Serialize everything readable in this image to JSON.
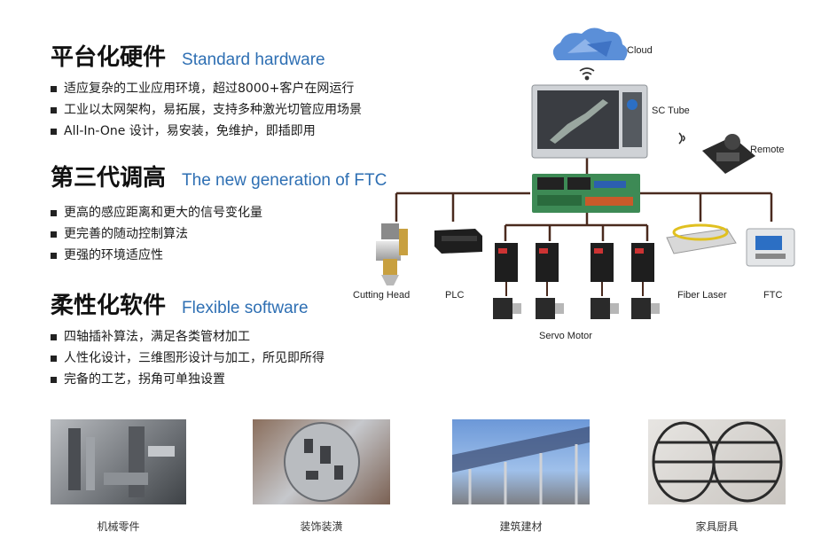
{
  "sections": [
    {
      "title_zh": "平台化硬件",
      "title_en": "Standard hardware",
      "bullets": [
        "适应复杂的工业应用环境，超过8000+客户在网运行",
        "工业以太网架构，易拓展，支持多种激光切管应用场景",
        "All-In-One 设计，易安装，免维护，即插即用"
      ]
    },
    {
      "title_zh": "第三代调高",
      "title_en": "The new generation of FTC",
      "bullets": [
        "更高的感应距离和更大的信号变化量",
        "更完善的随动控制算法",
        "更强的环境适应性"
      ]
    },
    {
      "title_zh": "柔性化软件",
      "title_en": "Flexible software",
      "bullets": [
        "四轴插补算法，满足各类管材加工",
        "人性化设计，三维图形设计与加工，所见即所得",
        "完备的工艺，拐角可单独设置"
      ]
    }
  ],
  "diagram": {
    "cloud": "Cloud",
    "sc_tube": "SC Tube",
    "remote": "Remote",
    "cutting_head": "Cutting Head",
    "plc": "PLC",
    "fiber_laser": "Fiber Laser",
    "ftc": "FTC",
    "servo_motor": "Servo Motor"
  },
  "applications": [
    "机械零件",
    "装饰装潢",
    "建筑建材",
    "家具厨具"
  ],
  "colors": {
    "accent": "#2e6fb3",
    "connector": "#4a2a1e"
  }
}
